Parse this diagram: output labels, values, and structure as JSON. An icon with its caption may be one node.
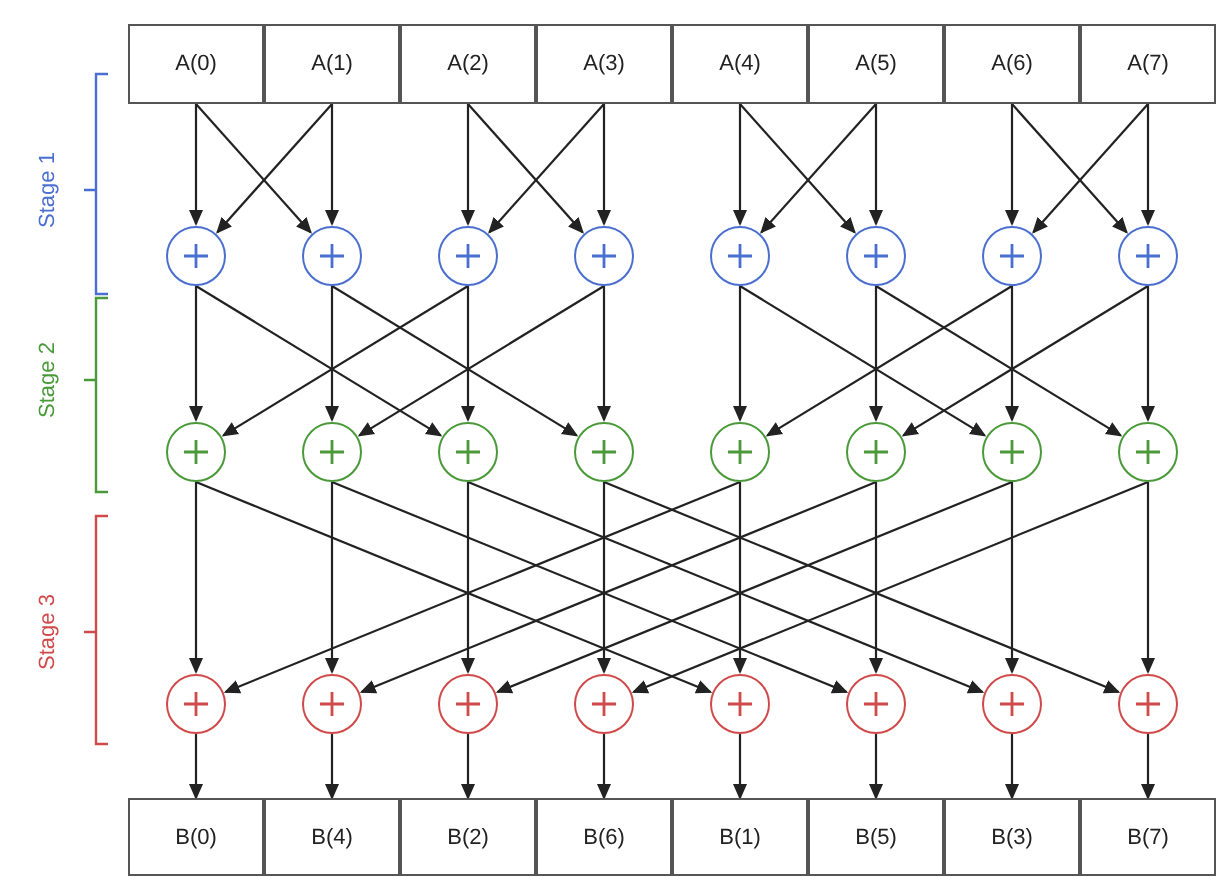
{
  "diagram": {
    "nodes": [
      {
        "text": [
          "A(0)"
        ]
      },
      {
        "text": [
          "A(1)"
        ]
      },
      {
        "text": [
          "A(2)"
        ]
      },
      {
        "text": [
          "A(3)"
        ]
      },
      {
        "text": [
          "A(4)"
        ]
      },
      {
        "text": [
          "A(5)"
        ]
      },
      {
        "text": [
          "A(6)"
        ]
      },
      {
        "text": [
          "A(7)"
        ]
      },
      {
        "text": [],
        "shape": "circle"
      },
      {
        "text": [],
        "shape": "circle"
      },
      {
        "text": [],
        "shape": "circle"
      },
      {
        "text": [],
        "shape": "circle"
      },
      {
        "text": [],
        "shape": "circle"
      },
      {
        "text": [],
        "shape": "circle"
      },
      {
        "text": [],
        "shape": "circle"
      },
      {
        "text": [],
        "shape": "circle"
      },
      {
        "text": [],
        "shape": "circle"
      },
      {
        "text": [],
        "shape": "circle"
      },
      {
        "text": [],
        "shape": "circle"
      },
      {
        "text": [],
        "shape": "circle"
      },
      {
        "text": [],
        "shape": "circle"
      },
      {
        "text": [],
        "shape": "circle"
      },
      {
        "text": [],
        "shape": "circle"
      },
      {
        "text": [],
        "shape": "circle"
      },
      {
        "text": [],
        "shape": "circle"
      },
      {
        "text": [],
        "shape": "circle"
      },
      {
        "text": [],
        "shape": "circle"
      },
      {
        "text": [],
        "shape": "circle"
      },
      {
        "text": [],
        "shape": "circle"
      },
      {
        "text": [],
        "shape": "circle"
      },
      {
        "text": [],
        "shape": "circle"
      },
      {
        "text": [],
        "shape": "circle"
      },
      {
        "text": [
          "B(0)"
        ]
      },
      {
        "text": [
          "B(4)"
        ]
      },
      {
        "text": [
          "B(2)"
        ]
      },
      {
        "text": [
          "B(6)"
        ]
      },
      {
        "text": [
          "B(1)"
        ]
      },
      {
        "text": [
          "B(5)"
        ]
      },
      {
        "text": [
          "B(3)"
        ]
      },
      {
        "text": [
          "B(7)"
        ]
      }
    ],
    "edges": [
      {
        "from": 0,
        "to": 8,
        "arrow": "to"
      },
      {
        "from": 0,
        "to": 9,
        "arrow": "to"
      },
      {
        "from": 1,
        "to": 8,
        "arrow": "to"
      },
      {
        "from": 1,
        "to": 9,
        "arrow": "to"
      },
      {
        "from": 2,
        "to": 10,
        "arrow": "to"
      },
      {
        "from": 2,
        "to": 11,
        "arrow": "to"
      },
      {
        "from": 3,
        "to": 10,
        "arrow": "to"
      },
      {
        "from": 3,
        "to": 11,
        "arrow": "to"
      },
      {
        "from": 4,
        "to": 12,
        "arrow": "to"
      },
      {
        "from": 4,
        "to": 13,
        "arrow": "to"
      },
      {
        "from": 5,
        "to": 12,
        "arrow": "to"
      },
      {
        "from": 5,
        "to": 13,
        "arrow": "to"
      },
      {
        "from": 6,
        "to": 14,
        "arrow": "to"
      },
      {
        "from": 6,
        "to": 15,
        "arrow": "to"
      },
      {
        "from": 7,
        "to": 14,
        "arrow": "to"
      },
      {
        "from": 7,
        "to": 15,
        "arrow": "to"
      },
      {
        "from": 8,
        "to": 16,
        "arrow": "to"
      },
      {
        "from": 8,
        "to": 18,
        "arrow": "to"
      },
      {
        "from": 9,
        "to": 17,
        "arrow": "to"
      },
      {
        "from": 9,
        "to": 19,
        "arrow": "to"
      },
      {
        "from": 10,
        "to": 16,
        "arrow": "to"
      },
      {
        "from": 10,
        "to": 18,
        "arrow": "to"
      },
      {
        "from": 11,
        "to": 17,
        "arrow": "to"
      },
      {
        "from": 11,
        "to": 19,
        "arrow": "to"
      },
      {
        "from": 12,
        "to": 20,
        "arrow": "to"
      },
      {
        "from": 12,
        "to": 22,
        "arrow": "to"
      },
      {
        "from": 13,
        "to": 21,
        "arrow": "to"
      },
      {
        "from": 13,
        "to": 23,
        "arrow": "to"
      },
      {
        "from": 14,
        "to": 20,
        "arrow": "to"
      },
      {
        "from": 14,
        "to": 22,
        "arrow": "to"
      },
      {
        "from": 15,
        "to": 21,
        "arrow": "to"
      },
      {
        "from": 15,
        "to": 23,
        "arrow": "to"
      },
      {
        "from": 16,
        "to": 24,
        "arrow": "to"
      },
      {
        "from": 16,
        "to": 28,
        "arrow": "to"
      },
      {
        "from": 17,
        "to": 25,
        "arrow": "to"
      },
      {
        "from": 17,
        "to": 29,
        "arrow": "to"
      },
      {
        "from": 18,
        "to": 26,
        "arrow": "to"
      },
      {
        "from": 18,
        "to": 30,
        "arrow": "to"
      },
      {
        "from": 19,
        "to": 27,
        "arrow": "to"
      },
      {
        "from": 19,
        "to": 31,
        "arrow": "to"
      },
      {
        "from": 20,
        "to": 24,
        "arrow": "to"
      },
      {
        "from": 20,
        "to": 28,
        "arrow": "to"
      },
      {
        "from": 21,
        "to": 25,
        "arrow": "to"
      },
      {
        "from": 21,
        "to": 29,
        "arrow": "to"
      },
      {
        "from": 22,
        "to": 26,
        "arrow": "to"
      },
      {
        "from": 22,
        "to": 30,
        "arrow": "to"
      },
      {
        "from": 23,
        "to": 27,
        "arrow": "to"
      },
      {
        "from": 23,
        "to": 31,
        "arrow": "to"
      },
      {
        "from": 24,
        "to": 32,
        "arrow": "to"
      },
      {
        "from": 25,
        "to": 33,
        "arrow": "to"
      },
      {
        "from": 26,
        "to": 34,
        "arrow": "to"
      },
      {
        "from": 27,
        "to": 35,
        "arrow": "to"
      },
      {
        "from": 28,
        "to": 36,
        "arrow": "to"
      },
      {
        "from": 29,
        "to": 37,
        "arrow": "to"
      },
      {
        "from": 30,
        "to": 38,
        "arrow": "to"
      },
      {
        "from": 31,
        "to": 39,
        "arrow": "to"
      }
    ],
    "labels": [
      "Stage 1",
      "Stage 2",
      "Stage 3"
    ]
  }
}
